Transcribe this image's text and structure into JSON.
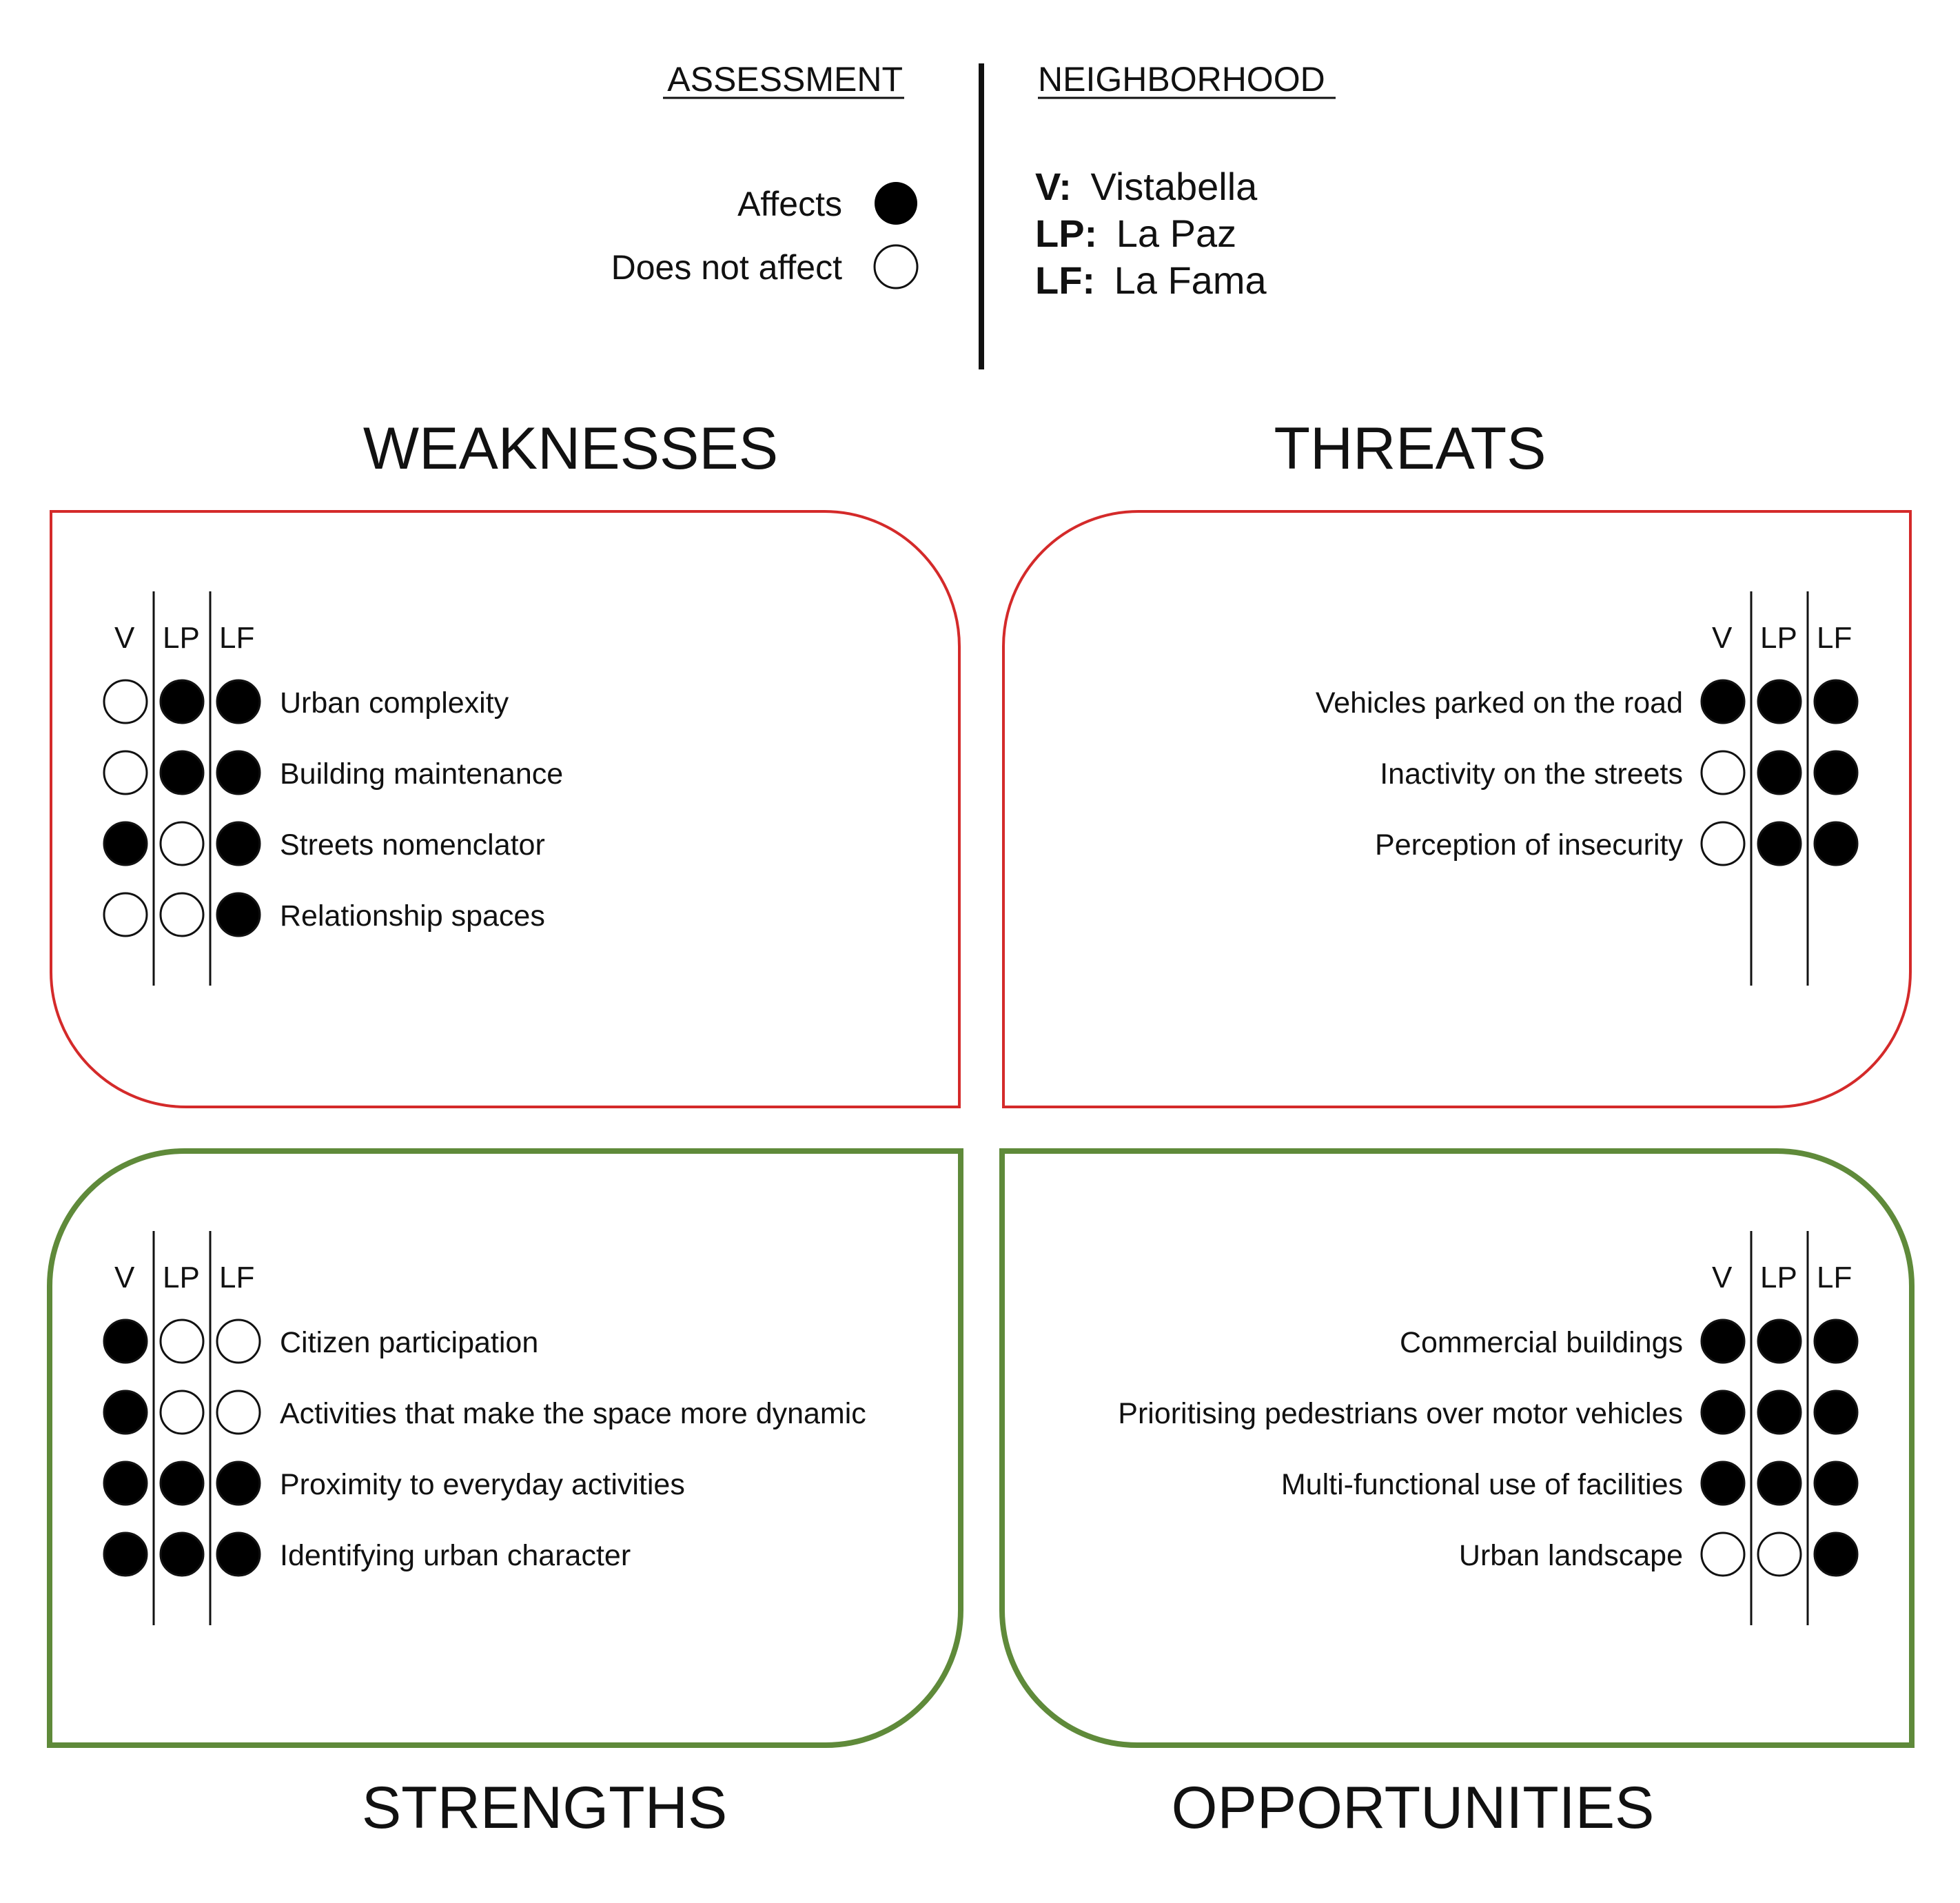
{
  "legend": {
    "assessment_heading": "ASSESSMENT",
    "affects_label": "Affects",
    "not_affect_label": "Does not affect",
    "neighborhood_heading": "NEIGHBORHOOD",
    "neighborhoods": [
      {
        "code": "V:",
        "name": "Vistabella"
      },
      {
        "code": "LP:",
        "name": "La Paz"
      },
      {
        "code": "LF:",
        "name": "La Fama"
      }
    ]
  },
  "columns": [
    "V",
    "LP",
    "LF"
  ],
  "colors": {
    "negative_border": "#d42a2a",
    "positive_border": "#5f8a3a",
    "filled": "#000000",
    "empty": "#ffffff",
    "line": "#111111"
  },
  "quadrants": {
    "weaknesses": {
      "title": "WEAKNESSES",
      "items": [
        {
          "label": "Urban complexity",
          "values": [
            0,
            1,
            1
          ]
        },
        {
          "label": "Building maintenance",
          "values": [
            0,
            1,
            1
          ]
        },
        {
          "label": "Streets nomenclator",
          "values": [
            1,
            0,
            1
          ]
        },
        {
          "label": "Relationship spaces",
          "values": [
            0,
            0,
            1
          ]
        }
      ]
    },
    "threats": {
      "title": "THREATS",
      "items": [
        {
          "label": "Vehicles parked on the road",
          "values": [
            1,
            1,
            1
          ]
        },
        {
          "label": "Inactivity on the streets",
          "values": [
            0,
            1,
            1
          ]
        },
        {
          "label": "Perception of insecurity",
          "values": [
            0,
            1,
            1
          ]
        }
      ]
    },
    "strengths": {
      "title": "STRENGTHS",
      "items": [
        {
          "label": "Citizen participation",
          "values": [
            1,
            0,
            0
          ]
        },
        {
          "label": "Activities that make the space more dynamic",
          "values": [
            1,
            0,
            0
          ]
        },
        {
          "label": "Proximity to everyday activities",
          "values": [
            1,
            1,
            1
          ]
        },
        {
          "label": "Identifying urban character",
          "values": [
            1,
            1,
            1
          ]
        }
      ]
    },
    "opportunities": {
      "title": "OPPORTUNITIES",
      "items": [
        {
          "label": "Commercial buildings",
          "values": [
            1,
            1,
            1
          ]
        },
        {
          "label": "Prioritising pedestrians over motor vehicles",
          "values": [
            1,
            1,
            1
          ]
        },
        {
          "label": "Multi-functional use of facilities",
          "values": [
            1,
            1,
            1
          ]
        },
        {
          "label": "Urban landscape",
          "values": [
            0,
            0,
            1
          ]
        }
      ]
    }
  }
}
